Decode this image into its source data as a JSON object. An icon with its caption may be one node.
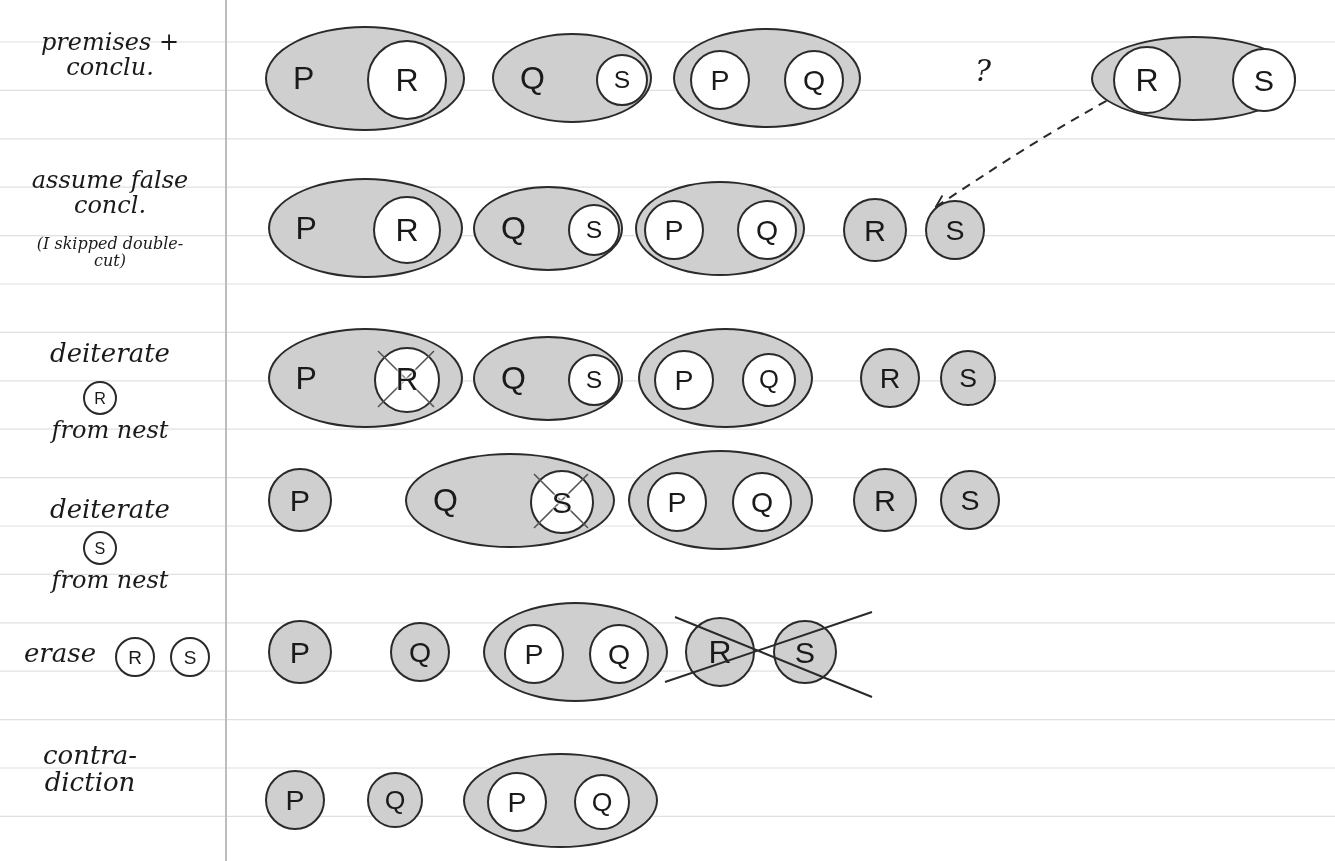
{
  "diagram": {
    "nodes": [
      {
        "text": [
          "P"
        ]
      },
      {
        "text": [
          "R"
        ],
        "in": 0
      },
      {
        "text": [
          "Q"
        ]
      },
      {
        "text": [
          "S"
        ],
        "in": 2
      },
      {
        "text": [],
        "shape": "oval"
      },
      {
        "text": [
          "P"
        ],
        "in": 4
      },
      {
        "text": [
          "Q"
        ],
        "in": 4
      },
      {
        "text": [],
        "shape": "oval"
      },
      {
        "text": [
          "R"
        ],
        "in": 7
      },
      {
        "text": [
          "S"
        ],
        "in": 7
      },
      {
        "text": [
          "P"
        ]
      },
      {
        "text": [
          "R"
        ],
        "in": 10
      },
      {
        "text": [
          "Q"
        ]
      },
      {
        "text": [
          "S"
        ],
        "in": 12
      },
      {
        "text": [],
        "shape": "oval"
      },
      {
        "text": [
          "P"
        ],
        "in": 14
      },
      {
        "text": [
          "Q"
        ],
        "in": 14
      },
      {
        "text": [
          "R"
        ]
      },
      {
        "text": [
          "S"
        ]
      },
      {
        "text": [
          "P"
        ]
      },
      {
        "text": [
          "R"
        ],
        "in": 19
      },
      {
        "text": [
          "Q"
        ]
      },
      {
        "text": [
          "S"
        ],
        "in": 21
      },
      {
        "text": [],
        "shape": "oval"
      },
      {
        "text": [
          "P"
        ],
        "in": 23
      },
      {
        "text": [
          "Q"
        ],
        "in": 23
      },
      {
        "text": [
          "R"
        ]
      },
      {
        "text": [
          "S"
        ]
      },
      {
        "text": [
          "P"
        ]
      },
      {
        "text": [
          "Q"
        ]
      },
      {
        "text": [
          "S"
        ],
        "in": 29
      },
      {
        "text": [],
        "shape": "oval"
      },
      {
        "text": [
          "P"
        ],
        "in": 31
      },
      {
        "text": [
          "Q"
        ],
        "in": 31
      },
      {
        "text": [
          "R"
        ]
      },
      {
        "text": [
          "S"
        ]
      },
      {
        "text": [
          "P"
        ]
      },
      {
        "text": [
          "Q"
        ]
      },
      {
        "text": [],
        "shape": "oval"
      },
      {
        "text": [
          "P"
        ],
        "in": 38
      },
      {
        "text": [
          "Q"
        ],
        "in": 38
      },
      {
        "text": [
          "R"
        ]
      },
      {
        "text": [
          "S"
        ]
      },
      {
        "text": [
          "P"
        ]
      },
      {
        "text": [
          "Q"
        ]
      },
      {
        "text": [],
        "shape": "oval"
      },
      {
        "text": [
          "P"
        ],
        "in": 45
      },
      {
        "text": [
          "Q"
        ],
        "in": 45
      },
      {
        "text": [
          "R"
        ]
      },
      {
        "text": [
          "S"
        ]
      },
      {
        "text": [
          "R"
        ]
      },
      {
        "text": [
          "S"
        ]
      }
    ],
    "edges": [
      {
        "from": 7,
        "to": 18,
        "arrow": "to",
        "style": "dashed"
      }
    ],
    "labels": [
      "premises + conclu.",
      "?",
      "assume false concl.",
      "(I skipped double-cut)",
      "deiterate",
      "from nest",
      "deiterate",
      "from nest",
      "erase",
      "contra- diction"
    ]
  }
}
